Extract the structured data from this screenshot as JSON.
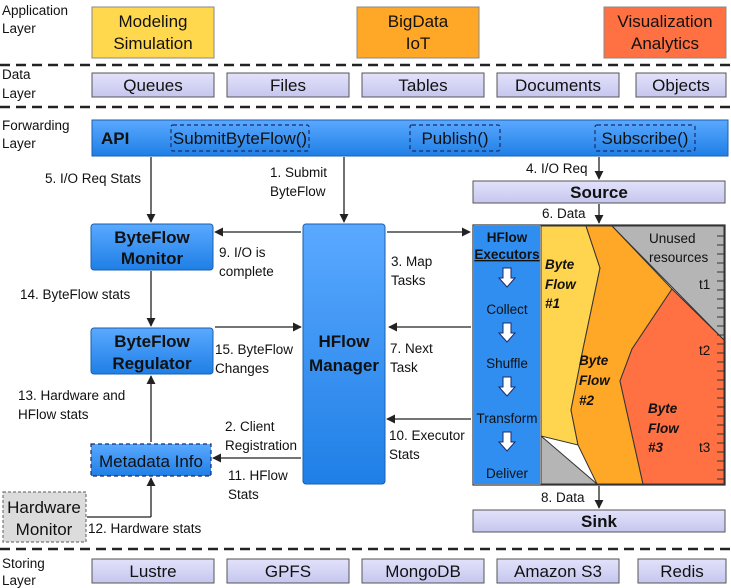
{
  "layers": {
    "application": [
      "Application",
      "Layer"
    ],
    "data": [
      "Data",
      "Layer"
    ],
    "forwarding": [
      "Forwarding",
      "Layer"
    ],
    "storing": [
      "Storing",
      "Layer"
    ]
  },
  "app_boxes": [
    {
      "lines": [
        "Modeling",
        "Simulation"
      ],
      "color": "#ffd84d"
    },
    {
      "lines": [
        "BigData",
        "IoT"
      ],
      "color": "#ffa726"
    },
    {
      "lines": [
        "Visualization",
        "Analytics"
      ],
      "color": "#ff7043"
    }
  ],
  "data_boxes": [
    "Queues",
    "Files",
    "Tables",
    "Documents",
    "Objects"
  ],
  "api": {
    "title": "API",
    "calls": [
      "SubmitByteFlow()",
      "Publish()",
      "Subscribe()"
    ]
  },
  "source": "Source",
  "sink": "Sink",
  "byteflow_monitor": [
    "ByteFlow",
    "Monitor"
  ],
  "byteflow_regulator": [
    "ByteFlow",
    "Regulator"
  ],
  "metadata_info": "Metadata Info",
  "hardware_monitor": [
    "Hardware",
    "Monitor"
  ],
  "hflow_manager": [
    "HFlow",
    "Manager"
  ],
  "executors": {
    "title": [
      "HFlow",
      "Executors"
    ],
    "stages": [
      "Collect",
      "Shuffle",
      "Transform",
      "Deliver"
    ]
  },
  "flows": [
    {
      "lines": [
        "Byte",
        "Flow",
        "#1"
      ],
      "color": "#ffd54f"
    },
    {
      "lines": [
        "Byte",
        "Flow",
        "#2"
      ],
      "color": "#ffa726"
    },
    {
      "lines": [
        "Byte",
        "Flow",
        "#3"
      ],
      "color": "#ff7043"
    }
  ],
  "unused": [
    "Unused",
    "resources"
  ],
  "time_labels": [
    "t1",
    "t2",
    "t3"
  ],
  "edge_labels": {
    "io_req_stats": "5. I/O Req Stats",
    "submit": [
      "1. Submit",
      "ByteFlow"
    ],
    "io_req": "4. I/O Req",
    "data6": "6. Data",
    "io_complete": [
      "9. I/O is",
      "complete"
    ],
    "map_tasks": [
      "3. Map",
      "Tasks"
    ],
    "bf_stats": "14. ByteFlow stats",
    "bf_changes": [
      "15. ByteFlow",
      "Changes"
    ],
    "next_task": [
      "7. Next",
      "Task"
    ],
    "hw_hflow_stats": [
      "13. Hardware and",
      "HFlow stats"
    ],
    "client_reg": [
      "2. Client",
      "Registration"
    ],
    "executor_stats": [
      "10. Executor",
      "Stats"
    ],
    "hflow_stats": [
      "11. HFlow",
      "Stats"
    ],
    "data8": "8. Data",
    "hw_stats": "12. Hardware stats"
  },
  "storage_boxes": [
    "Lustre",
    "GPFS",
    "MongoDB",
    "Amazon S3",
    "Redis"
  ],
  "colors": {
    "blue_light": "#d6d6f5",
    "blue_box": "#2f8ef0",
    "gray_unused": "#b5b5b5"
  }
}
